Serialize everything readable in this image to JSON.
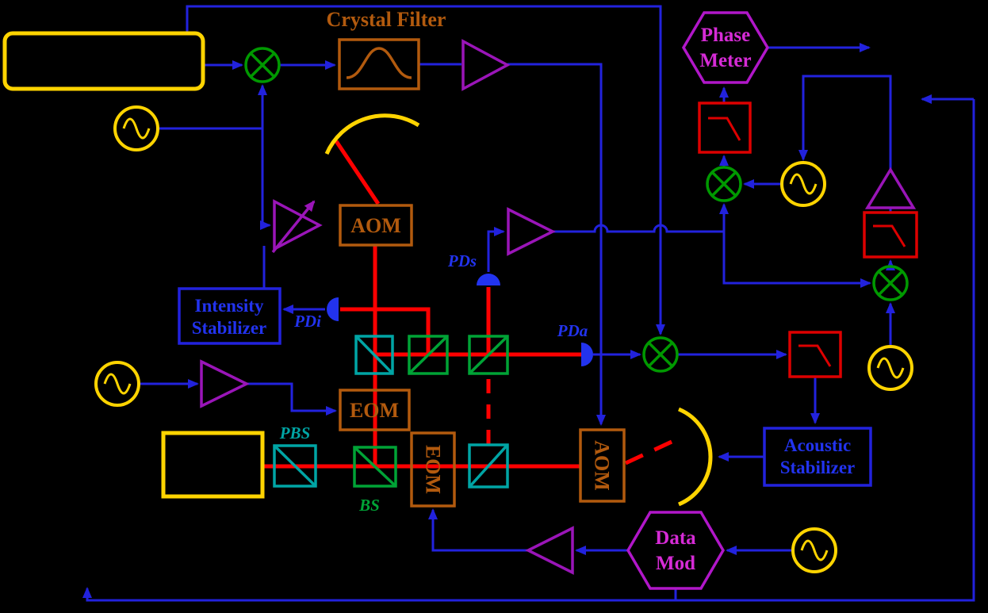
{
  "colors": {
    "background": "#000000",
    "wire_blue": "#2222dd",
    "beam_red": "#ff0000",
    "laser_yellow": "#ffd400",
    "mixer_green": "#009900",
    "splitter_green": "#00a336",
    "splitter_teal": "#00a5a5",
    "component_brown": "#b25a0e",
    "filter_red": "#dd0000",
    "amplifier_purple": "#9a15b8",
    "modulator_magenta": "#d62bd6",
    "detector_blue": "#2233ee"
  },
  "components": {
    "crystal_filter": {
      "label": "Crystal Filter"
    },
    "aom_1": {
      "label": "AOM"
    },
    "eom_1": {
      "label": "EOM"
    },
    "eom_2": {
      "label": "EOM"
    },
    "aom_2": {
      "label": "AOM"
    },
    "phase_meter": {
      "line1": "Phase",
      "line2": "Meter"
    },
    "data_mod": {
      "line1": "Data",
      "line2": "Mod"
    },
    "intensity_stabilizer": {
      "line1": "Intensity",
      "line2": "Stabilizer"
    },
    "acoustic_stabilizer": {
      "line1": "Acoustic",
      "line2": "Stabilizer"
    },
    "photodetectors": {
      "pdi": "PDi",
      "pds": "PDs",
      "pda": "PDa"
    },
    "beamsplitters": {
      "pbs": "PBS",
      "bs": "BS"
    }
  }
}
